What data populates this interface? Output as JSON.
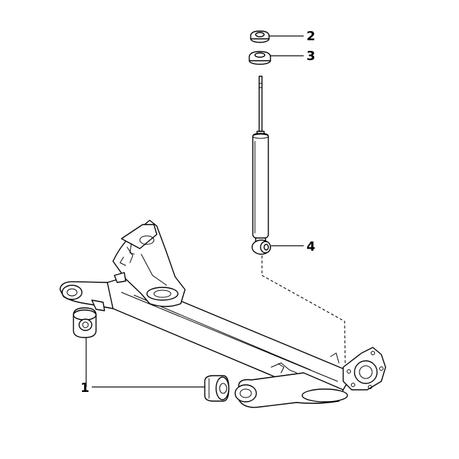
{
  "callouts": [
    {
      "number": "1",
      "part": "bushing"
    },
    {
      "number": "2",
      "part": "upper-mount-cap"
    },
    {
      "number": "3",
      "part": "mount-seat"
    },
    {
      "number": "4",
      "part": "shock-absorber"
    }
  ]
}
